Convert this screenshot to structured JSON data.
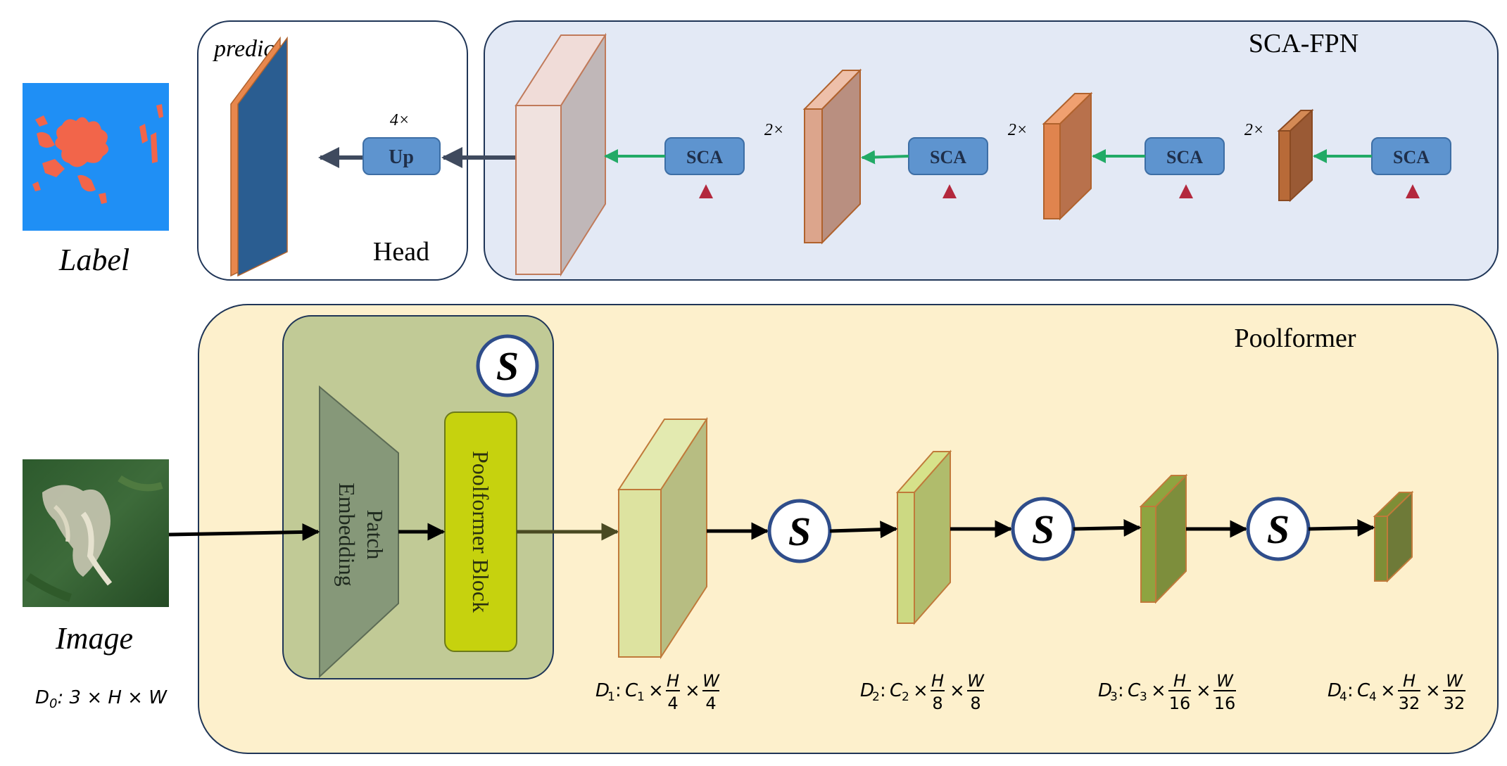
{
  "panels": {
    "head": "Head",
    "sca_fpn": "SCA-FPN",
    "poolformer": "Poolformer"
  },
  "head": {
    "predict": "predict",
    "up": "Up",
    "up_scale": "4×"
  },
  "fpn": {
    "sca_label": "SCA",
    "scales": [
      "2×",
      "2×",
      "2×"
    ]
  },
  "stem": {
    "patch_embedding_line1": "Patch",
    "patch_embedding_line2": "Embedding",
    "poolformer_block": "Poolformer Block",
    "s_symbol": "S"
  },
  "inputs": {
    "label": "Label",
    "image": "Image",
    "d0": {
      "name": "D",
      "sub": "0",
      "rest": ": 3 × H × W"
    }
  },
  "stages": [
    {
      "name": "D",
      "sub": "1",
      "c": "C",
      "csub": "1",
      "h_den": "4",
      "w_den": "4"
    },
    {
      "name": "D",
      "sub": "2",
      "c": "C",
      "csub": "2",
      "h_den": "8",
      "w_den": "8"
    },
    {
      "name": "D",
      "sub": "3",
      "c": "C",
      "csub": "3",
      "h_den": "16",
      "w_den": "16"
    },
    {
      "name": "D",
      "sub": "4",
      "c": "C",
      "csub": "4",
      "h_den": "32",
      "w_den": "32"
    }
  ],
  "frac": {
    "h": "H",
    "w": "W",
    "times": "×",
    "colon": ":"
  },
  "colors": {
    "fpn_bg": "#e3e9f5",
    "poolformer_bg": "#fdf0cc",
    "stem_bg": "#c1ca96",
    "sca_box": "#5e94cf",
    "green_arrow": "#22aa66",
    "red_arrow": "#c43a3a",
    "predict_map": "#2a5d91",
    "label_bg": "#1f8ff5",
    "label_fg": "#f2654a"
  }
}
